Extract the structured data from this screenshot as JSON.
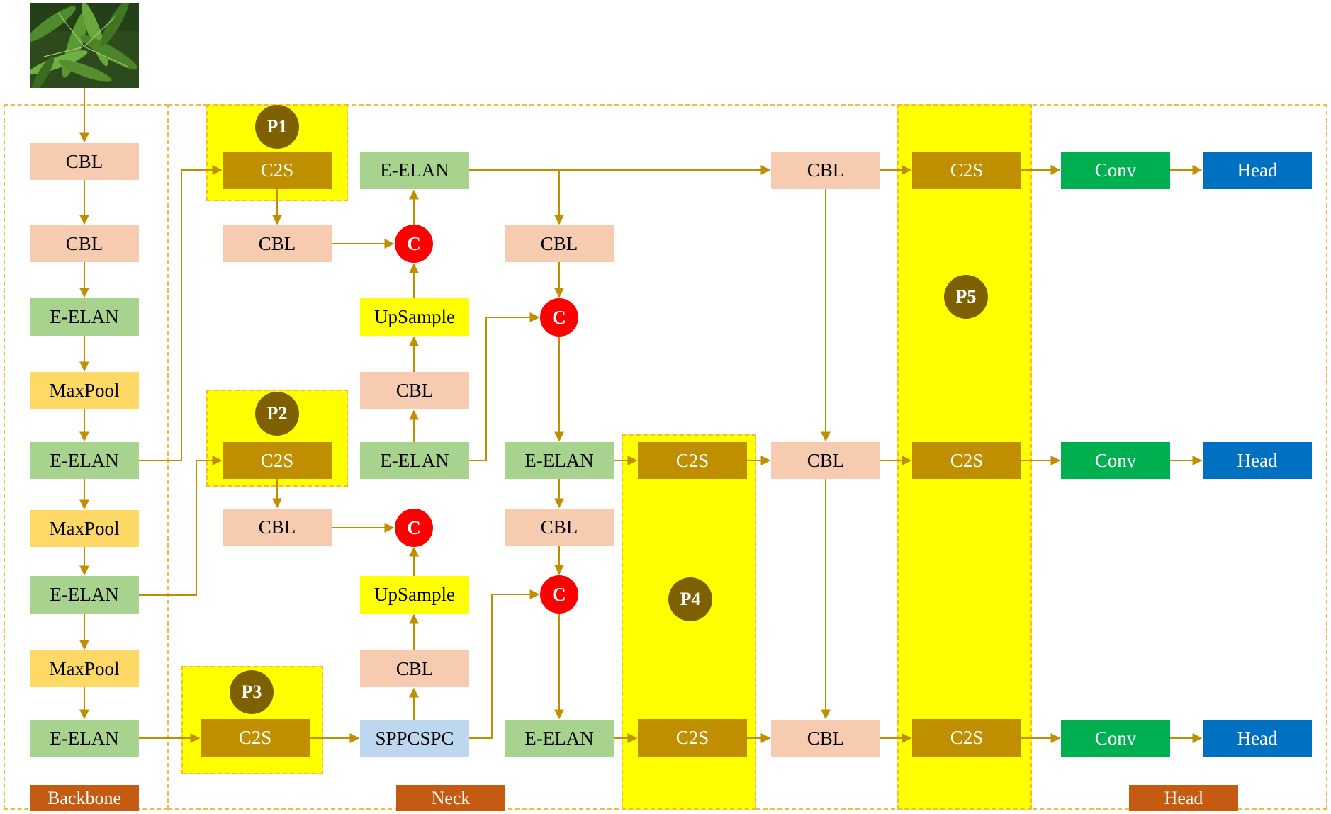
{
  "diagram": {
    "nodes": {
      "backbone_cbl_1": "CBL",
      "backbone_cbl_2": "CBL",
      "backbone_elan_1": "E-ELAN",
      "backbone_maxpool_1": "MaxPool",
      "backbone_elan_2": "E-ELAN",
      "backbone_maxpool_2": "MaxPool",
      "backbone_elan_3": "E-ELAN",
      "backbone_maxpool_3": "MaxPool",
      "backbone_elan_4": "E-ELAN",
      "p1_c2s": "C2S",
      "p1_cbl": "CBL",
      "p2_c2s": "C2S",
      "p2_cbl": "CBL",
      "p3_c2s": "C2S",
      "neck_elan_top": "E-ELAN",
      "neck_upsample_1": "UpSample",
      "neck_cbl_1": "CBL",
      "neck_elan_mid": "E-ELAN",
      "neck_upsample_2": "UpSample",
      "neck_cbl_2": "CBL",
      "neck_sppcspc": "SPPCSPC",
      "neck_cbl_3": "CBL",
      "neck_elan_right_mid": "E-ELAN",
      "neck_cbl_4": "CBL",
      "neck_elan_right_bot": "E-ELAN",
      "p4_c2s_top": "C2S",
      "p4_c2s_bot": "C2S",
      "head_cbl_top": "CBL",
      "head_cbl_mid": "CBL",
      "head_cbl_bot": "CBL",
      "p5_c2s_top": "C2S",
      "p5_c2s_mid": "C2S",
      "p5_c2s_bot": "C2S",
      "conv_top": "Conv",
      "conv_mid": "Conv",
      "conv_bot": "Conv",
      "head_top": "Head",
      "head_mid": "Head",
      "head_bot": "Head"
    },
    "concat_symbol": "C",
    "badges": {
      "p1": "P1",
      "p2": "P2",
      "p3": "P3",
      "p4": "P4",
      "p5": "P5"
    },
    "section_labels": {
      "backbone": "Backbone",
      "neck": "Neck",
      "head": "Head"
    }
  },
  "colors": {
    "cbl": "#f7cbb0",
    "e_elan": "#a8d38f",
    "maxpool": "#ffd966",
    "c2s": "#bf8f00",
    "upsample": "#ffff00",
    "sppcspc": "#bdd7ee",
    "conv": "#00b050",
    "head": "#0070c0",
    "concat": "#ff0000",
    "badge": "#7f6000",
    "highlight": "#ffff00",
    "arrow": "#bf8f00",
    "dashed_border": "#f4b942",
    "section_label": "#c55a11"
  },
  "icons": {
    "input_image": "plant-leaves-photo"
  }
}
